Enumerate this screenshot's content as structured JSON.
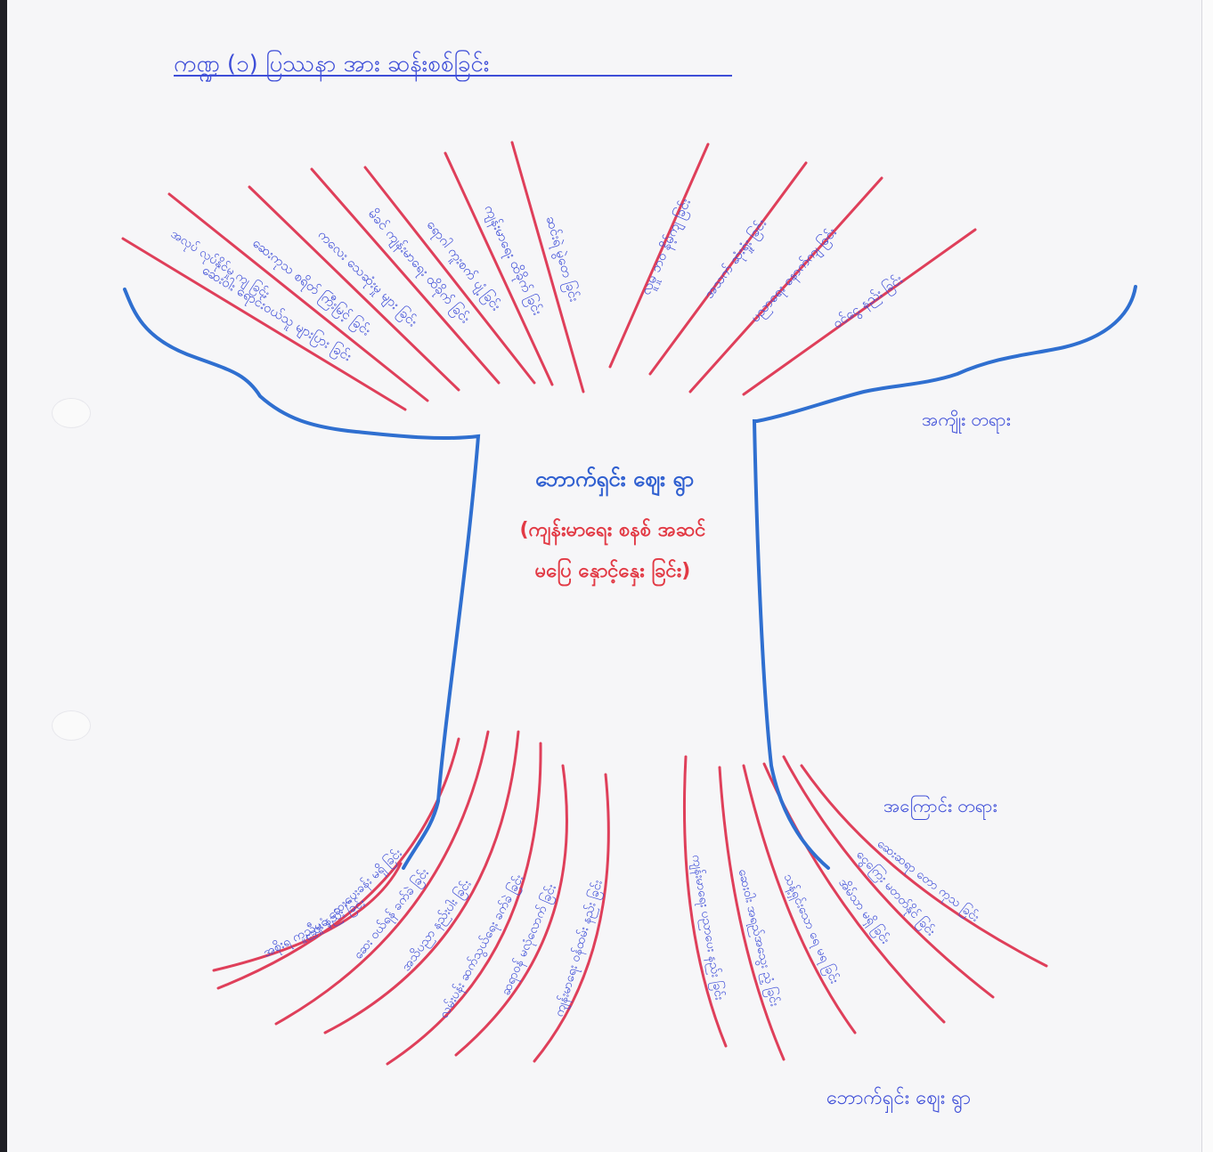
{
  "diagram": {
    "heading": "ကဏ္ဍ (၁)  ပြဿနာ အား ဆန်းစစ်ခြင်း",
    "center": {
      "title": "ဘောက်ရှင်း ဈေး ရွာ",
      "problem_line1": "(ကျန်းမာရေး စနစ် အဆင်",
      "problem_line2": "မပြေ နှောင့်နှေး ခြင်း)"
    },
    "side_labels": {
      "effects": "အကျိုး တရား",
      "causes": "အကြောင်း တရား",
      "village": "ဘောက်ရှင်း ဈေး ရွာ"
    },
    "effect_branches": [
      "ဆေးဝါး ရောင်းဝယ်သူ များပြား ခြင်း",
      "ဆေးကုသ စရိတ် ကြီးမြင့် ခြင်း",
      "ကလေး သေဆုံးမှု များ ခြင်း",
      "မိခင် ကျန်းမာရေး ထိခိုက် ခြင်း",
      "ရောဂါ ကူးစက် ပျံ့ ခြင်း",
      "ကျန်းမာရေး ထိခိုက် ခြင်း",
      "ဆင်းရဲ မွဲတေ ခြင်း",
      "လူမှု ဘဝ နိမ့်ကျ ခြင်း",
      "အသက် ဆုံးရှုံး ခြင်း",
      "ပညာရေး နောက်ကျ ခြင်း",
      "ဝင်ငွေ နည်း ခြင်း",
      "အလုပ် လုပ်နိုင်မှု ကျ ခြင်း"
    ],
    "cause_branches": [
      "ဆေးရုံ ဆေးပေးခန်း မရှိ ခြင်း",
      "ဆေး ဝယ်ရန် ခက်ခဲ ခြင်း",
      "အသိပညာ နည်းပါး ခြင်း",
      "လမ်းပန်း ဆက်သွယ်ရေး ခက်ခဲ ခြင်း",
      "ဆရာဝန် မလုံလောက် ခြင်း",
      "ကျန်းမာရေး ဝန်ထမ်း နည်း ခြင်း",
      "ကျန်းမာရေး ပညာပေး နည်း ခြင်း",
      "ဆေးဝါး အရည်အသွေး ညံ့ ခြင်း",
      "သန့်ရှင်းသော ရေ မရ ခြင်း",
      "အိမ်သာ မရှိ ခြင်း",
      "ငွေကြေး မတတ်နိုင် ခြင်း",
      "ဆေးဆရာ တော ကုသ ခြင်း",
      "အစိုးရ ကူညီမှု နည်း ခြင်း"
    ],
    "colors": {
      "trunk": "#2f6fd0",
      "branch": "#df3f5a",
      "text_blue": "#3e4ed8",
      "text_red": "#e23a45"
    }
  }
}
